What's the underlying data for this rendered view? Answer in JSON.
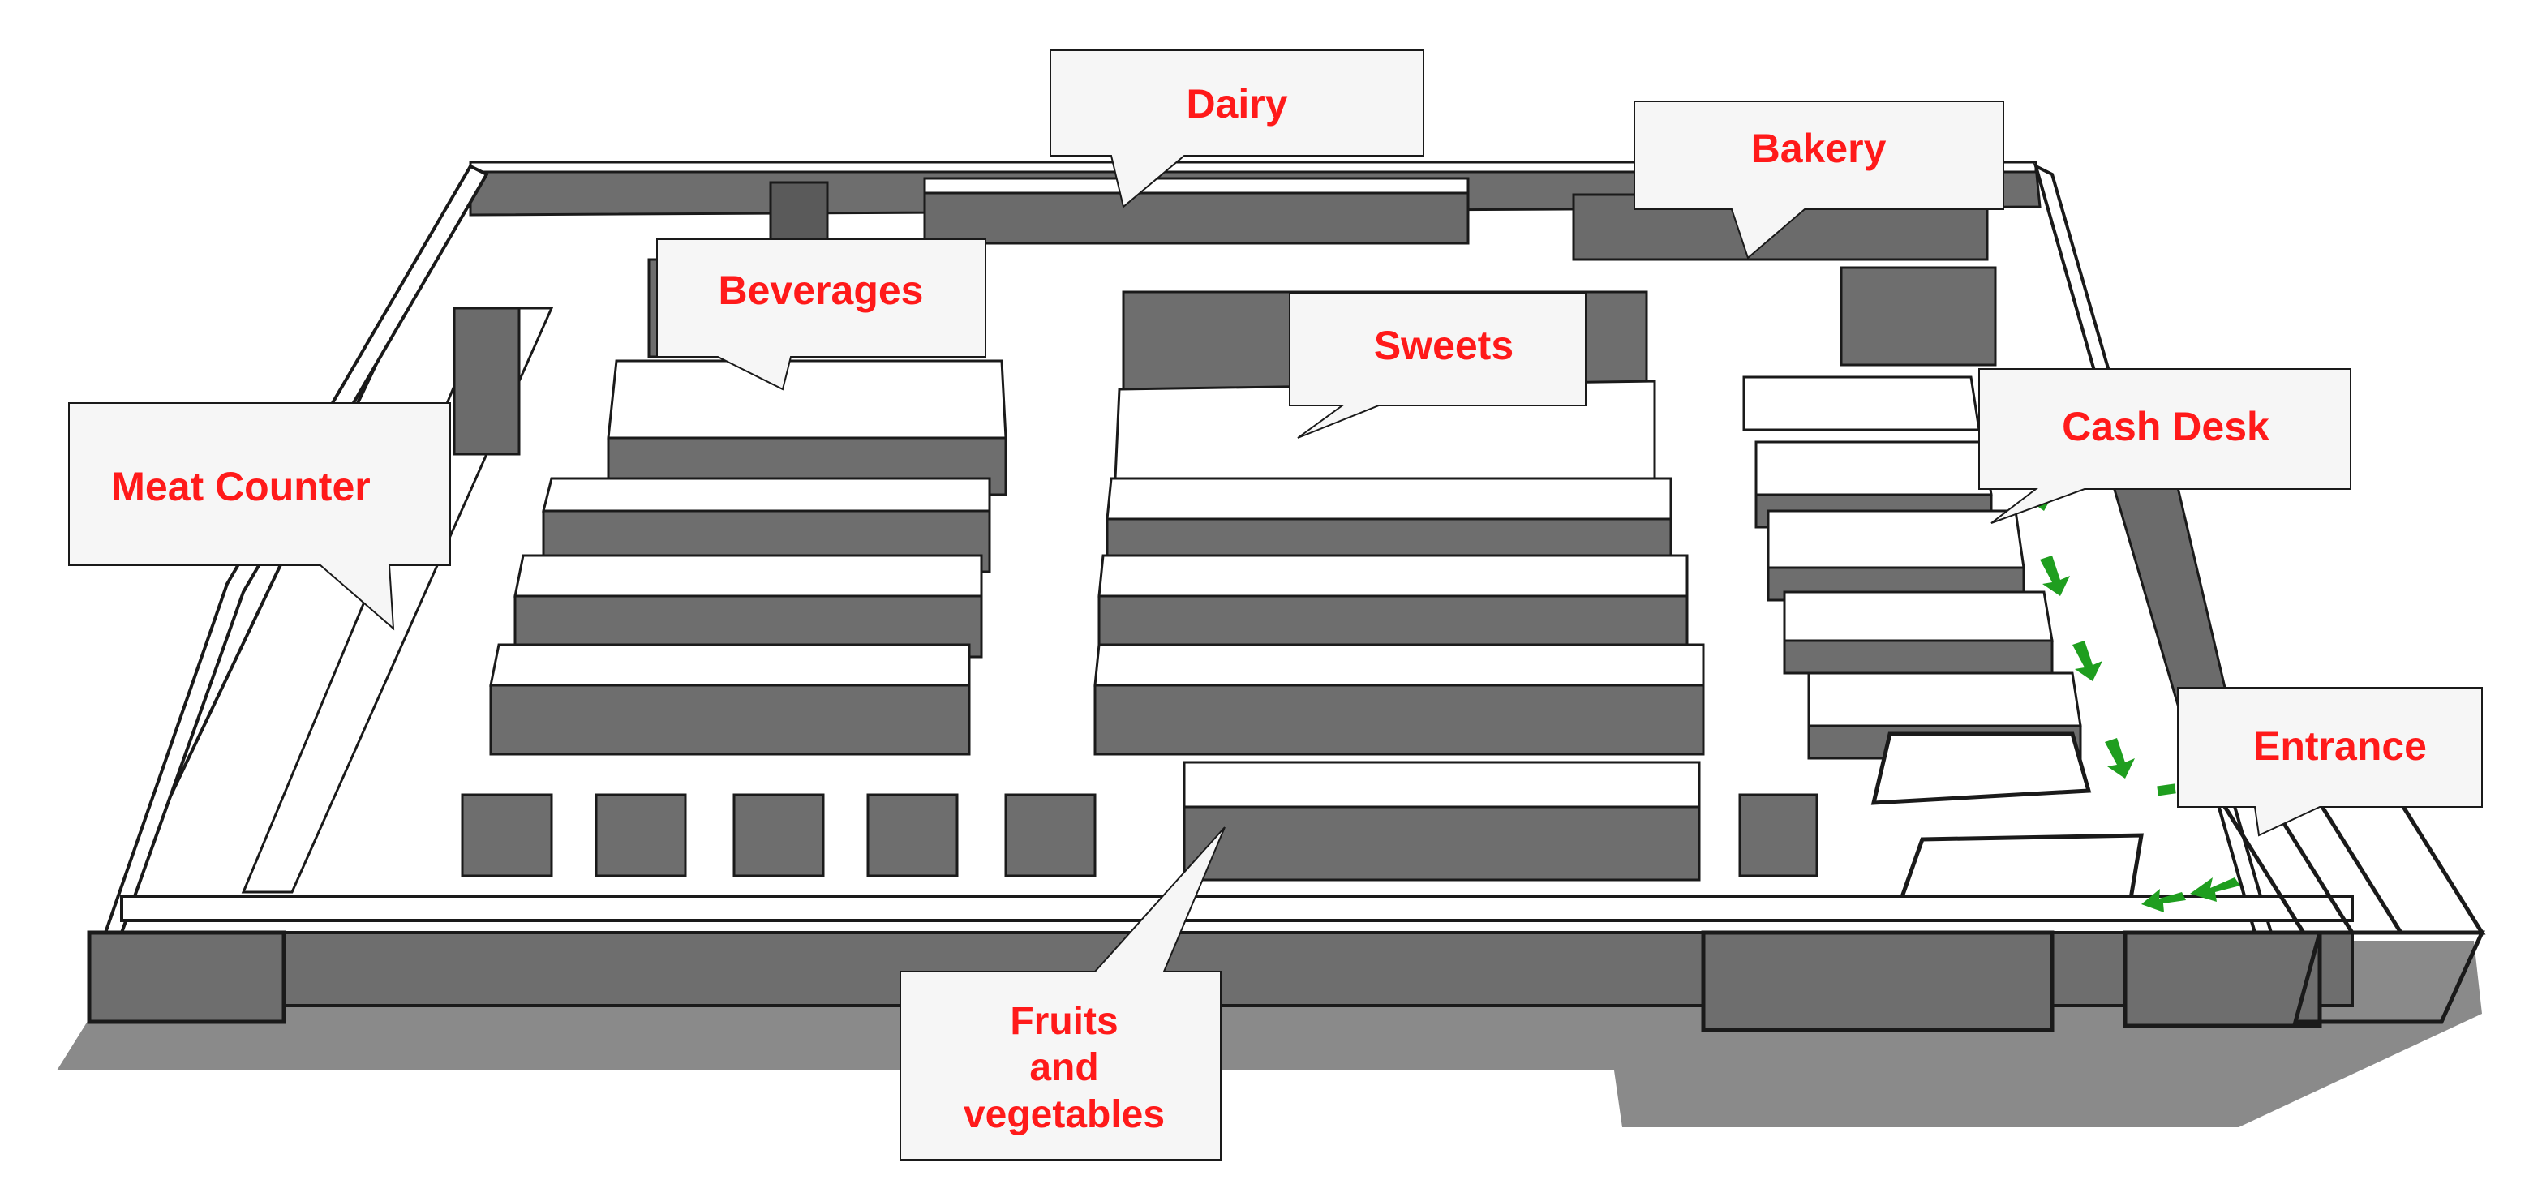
{
  "colors": {
    "label_text": "#ff1a1a",
    "route_arrow": "#1f9e1f",
    "shelf_top": "#ffffff",
    "shelf_side": "#6e6e6e",
    "floor": "#ffffff",
    "shadow": "#8a8a8a",
    "outline": "#1a1a1a"
  },
  "labels": {
    "dairy": "Dairy",
    "bakery": "Bakery",
    "beverages": "Beverages",
    "sweets": "Sweets",
    "meat_counter": "Meat Counter",
    "cash_desk": "Cash Desk",
    "entrance": "Entrance",
    "fruits_line1": "Fruits",
    "fruits_line2": "and",
    "fruits_line3": "vegetables"
  },
  "icons": {
    "route_arrow": "arrow-icon"
  }
}
